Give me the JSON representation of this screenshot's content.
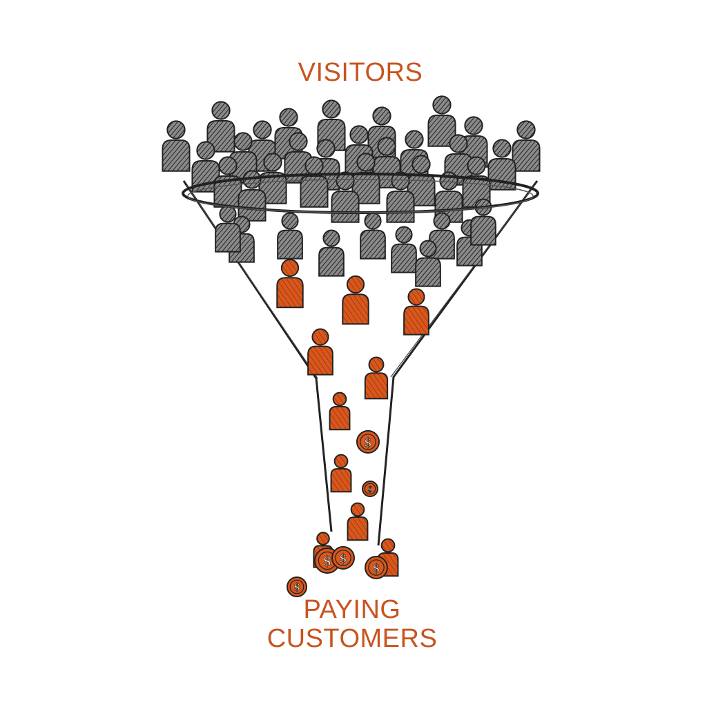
{
  "labels": {
    "top": "VISITORS",
    "bottom_line1": "PAYING",
    "bottom_line2": "CUSTOMERS"
  },
  "colors": {
    "accent": "#c8541e",
    "ink": "#2a2a2a",
    "visitor_fill": "#6e6e6e"
  },
  "icons": [
    "funnel-icon",
    "visitor-person-icon",
    "customer-person-icon",
    "dollar-coin-icon"
  ]
}
